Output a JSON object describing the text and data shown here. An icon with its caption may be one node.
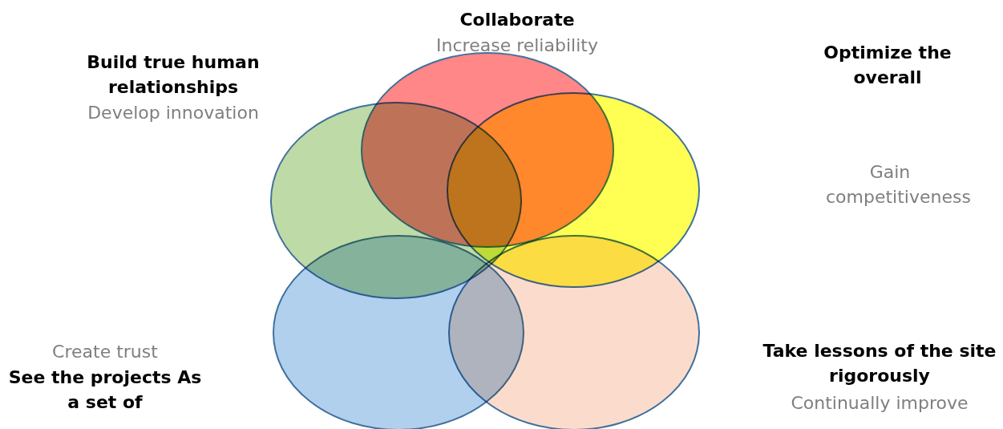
{
  "diagram": {
    "nodes": [
      {
        "text": [],
        "shape": "circle"
      },
      {
        "text": [],
        "shape": "circle"
      },
      {
        "text": [],
        "shape": "circle"
      },
      {
        "text": [],
        "shape": "circle"
      },
      {
        "text": [],
        "shape": "circle"
      }
    ],
    "labels": [
      "Collaborate",
      "Increase reliability",
      "Optimize the overall",
      "Build true human relationships",
      "Develop innovation",
      "Gain competitiveness",
      "Create trust",
      "Take lessons of the site rigorously",
      "See the projects As a set of",
      "Continually improve"
    ]
  }
}
